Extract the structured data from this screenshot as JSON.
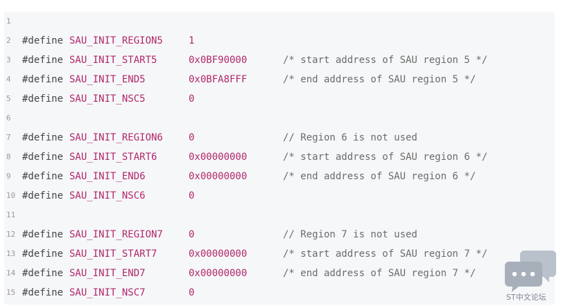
{
  "code": {
    "lines": [
      {
        "num": "1",
        "directive": "",
        "macro": "",
        "value": "",
        "comment": ""
      },
      {
        "num": "2",
        "directive": "#define",
        "macro": "SAU_INIT_REGION5",
        "value": "1",
        "comment": ""
      },
      {
        "num": "3",
        "directive": "#define",
        "macro": "SAU_INIT_START5",
        "value": "0x0BF90000",
        "comment": "/* start address of SAU region 5 */"
      },
      {
        "num": "4",
        "directive": "#define",
        "macro": "SAU_INIT_END5",
        "value": "0x0BFA8FFF",
        "comment": "/* end address of SAU region 5 */"
      },
      {
        "num": "5",
        "directive": "#define",
        "macro": "SAU_INIT_NSC5",
        "value": "0",
        "comment": ""
      },
      {
        "num": "6",
        "directive": "",
        "macro": "",
        "value": "",
        "comment": ""
      },
      {
        "num": "7",
        "directive": "#define",
        "macro": "SAU_INIT_REGION6",
        "value": "0",
        "comment": "// Region 6 is not used"
      },
      {
        "num": "8",
        "directive": "#define",
        "macro": "SAU_INIT_START6",
        "value": "0x00000000",
        "comment": "/* start address of SAU region 6 */"
      },
      {
        "num": "9",
        "directive": "#define",
        "macro": "SAU_INIT_END6",
        "value": "0x00000000",
        "comment": "/* end address of SAU region 6 */"
      },
      {
        "num": "10",
        "directive": "#define",
        "macro": "SAU_INIT_NSC6",
        "value": "0",
        "comment": ""
      },
      {
        "num": "11",
        "directive": "",
        "macro": "",
        "value": "",
        "comment": ""
      },
      {
        "num": "12",
        "directive": "#define",
        "macro": "SAU_INIT_REGION7",
        "value": "0",
        "comment": "// Region 7 is not used"
      },
      {
        "num": "13",
        "directive": "#define",
        "macro": "SAU_INIT_START7",
        "value": "0x00000000",
        "comment": "/* start address of SAU region 7 */"
      },
      {
        "num": "14",
        "directive": "#define",
        "macro": "SAU_INIT_END7",
        "value": "0x00000000",
        "comment": "/* end address of SAU region 7 */"
      },
      {
        "num": "15",
        "directive": "#define",
        "macro": "SAU_INIT_NSC7",
        "value": "0",
        "comment": ""
      }
    ]
  },
  "chat_widget": {
    "icon": "chat-bubbles-icon",
    "label": "ST中文论坛",
    "color": "#a7b0ba"
  }
}
